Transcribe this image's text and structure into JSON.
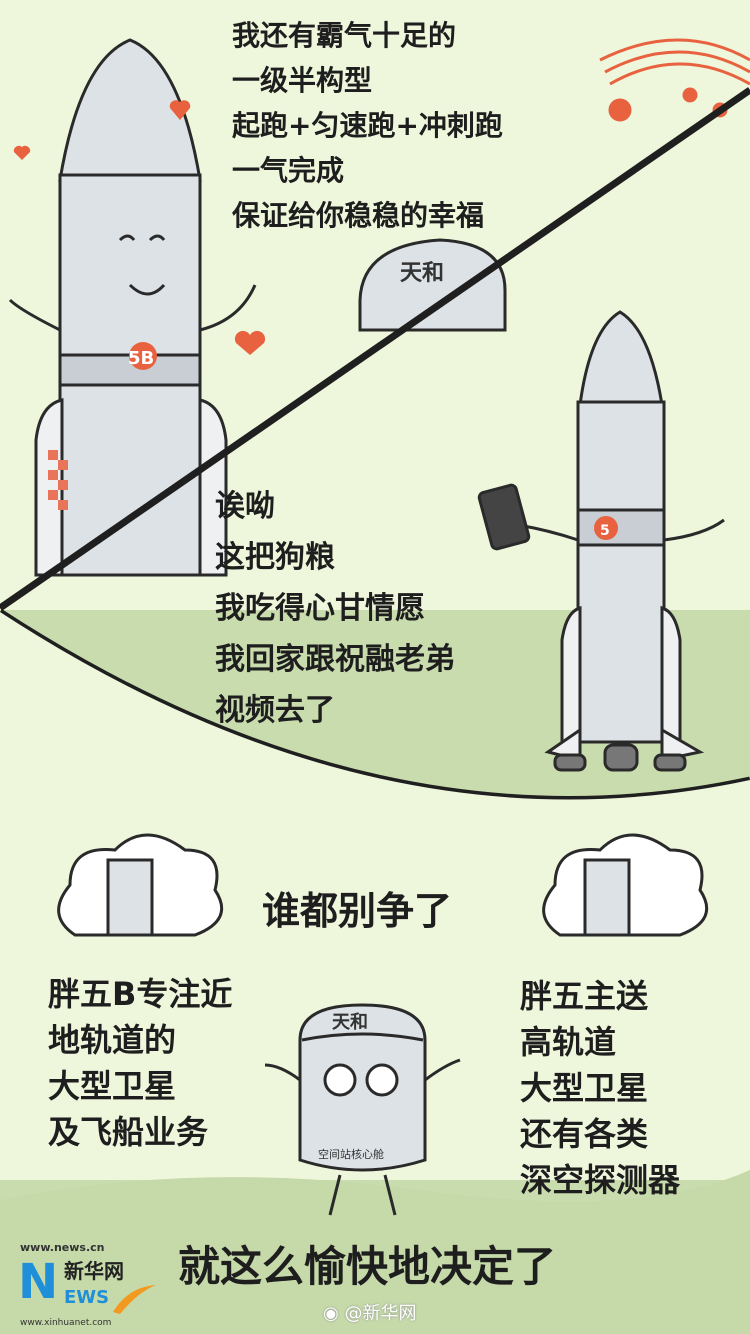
{
  "panel_top": {
    "speech": [
      "我还有霸气十足的",
      "一级半构型",
      "起跑+匀速跑+冲刺跑",
      "一气完成",
      "保证给你稳稳的幸福"
    ],
    "rocket_badge": "5B",
    "module_label": "天和"
  },
  "panel_middle": {
    "speech": [
      "诶呦",
      "这把狗粮",
      "我吃得心甘情愿",
      "我回家跟祝融老弟",
      "视频去了"
    ],
    "rocket_badge": "5"
  },
  "panel_bottom": {
    "center_speech": "谁都别争了",
    "left_text": [
      "胖五B专注近",
      "地轨道的",
      "大型卫星",
      "及飞船业务"
    ],
    "right_text": [
      "胖五主送",
      "高轨道",
      "大型卫星",
      "还有各类",
      "深空探测器"
    ],
    "module_top_label": "天和",
    "module_bottom_label": "空间站核心舱",
    "conclusion": "就这么愉快地决定了"
  },
  "footer": {
    "url_top": "www.news.cn",
    "logo_n": "N",
    "logo_cn": "新华网",
    "logo_ews": "EWS",
    "url_bottom": "www.xinhuanet.com",
    "weibo_handle": "@新华网"
  },
  "colors": {
    "bg_light": "#eef6dc",
    "bg_green": "#c9dcae",
    "rocket": "#dde2e6",
    "accent": "#e8623f",
    "outline": "#2a2a2a"
  }
}
